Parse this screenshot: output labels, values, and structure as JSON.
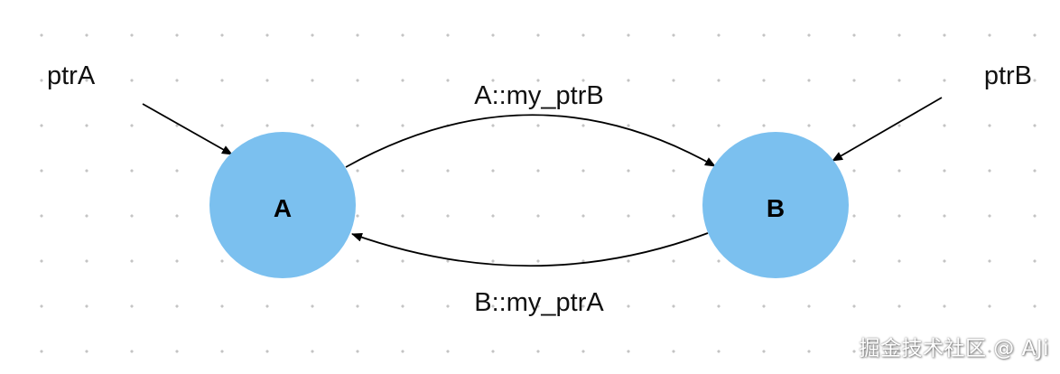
{
  "diagram": {
    "node_color": "#7bc0ef",
    "edge_color": "#000000",
    "nodes": {
      "a": {
        "label": "A"
      },
      "b": {
        "label": "B"
      }
    },
    "pointers": {
      "ptr_a": {
        "label": "ptrA"
      },
      "ptr_b": {
        "label": "ptrB"
      }
    },
    "edges": {
      "a_to_b": {
        "label": "A::my_ptrB"
      },
      "b_to_a": {
        "label": "B::my_ptrA"
      }
    }
  },
  "watermark": {
    "text": "掘金技术社区 @ AJi"
  }
}
